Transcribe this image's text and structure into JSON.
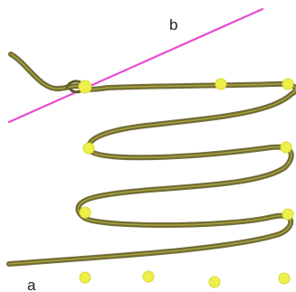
{
  "labels": {
    "a": "a",
    "b": "b"
  },
  "colors": {
    "fiber": "#6f6a2c",
    "fiber_highlight": "#b9b24a",
    "bead": "#eef04a",
    "bead_edge": "#d9d735",
    "line_b": "#e84ad0"
  },
  "fiber_beads_count": 7,
  "free_beads_count": 4
}
